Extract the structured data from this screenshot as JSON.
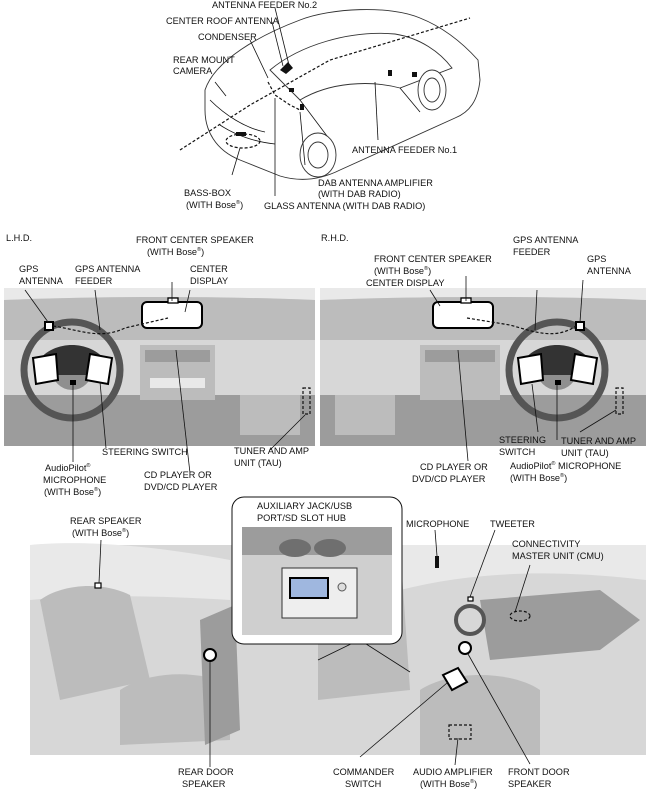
{
  "top": {
    "antenna_feeder_2": "ANTENNA FEEDER No.2",
    "center_roof_antenna": "CENTER ROOF ANTENNA",
    "condenser": "CONDENSER",
    "rear_mount_camera_1": "REAR MOUNT",
    "rear_mount_camera_2": "CAMERA",
    "antenna_feeder_1": "ANTENNA FEEDER No.1",
    "bass_box_1": "BASS-BOX",
    "bass_box_2": "(WITH Bose",
    "dab_amp_1": "DAB ANTENNA AMPLIFIER",
    "dab_amp_2": "(WITH DAB RADIO)",
    "glass_antenna": "GLASS ANTENNA (WITH DAB RADIO)"
  },
  "lhd": {
    "title": "L.H.D.",
    "front_center_speaker_1": "FRONT CENTER SPEAKER",
    "front_center_speaker_2": "(WITH Bose",
    "gps_antenna_1": "GPS",
    "gps_antenna_2": "ANTENNA",
    "gps_feeder_1": "GPS ANTENNA",
    "gps_feeder_2": "FEEDER",
    "center_display_1": "CENTER",
    "center_display_2": "DISPLAY",
    "steering_switch": "STEERING SWITCH",
    "tuner_1": "TUNER AND AMP",
    "tuner_2": "UNIT (TAU)",
    "audiopilot_1": "AudioPilot",
    "audiopilot_2": "MICROPHONE",
    "audiopilot_3": "(WITH Bose",
    "cd_player_1": "CD PLAYER OR",
    "cd_player_2": "DVD/CD PLAYER"
  },
  "rhd": {
    "title": "R.H.D.",
    "front_center_speaker_1": "FRONT CENTER SPEAKER",
    "front_center_speaker_2": "(WITH Bose",
    "center_display": "CENTER DISPLAY",
    "gps_feeder_1": "GPS ANTENNA",
    "gps_feeder_2": "FEEDER",
    "gps_antenna_1": "GPS",
    "gps_antenna_2": "ANTENNA",
    "steering_switch_1": "STEERING",
    "steering_switch_2": "SWITCH",
    "tuner_1": "TUNER AND AMP",
    "tuner_2": "UNIT (TAU)",
    "audiopilot_1": "AudioPilot",
    "audiopilot_2": "MICROPHONE",
    "audiopilot_3": "(WITH Bose",
    "cd_player_1": "CD PLAYER OR",
    "cd_player_2": "DVD/CD PLAYER"
  },
  "bottom": {
    "rear_speaker_1": "REAR SPEAKER",
    "rear_speaker_2": "(WITH Bose",
    "aux_hub_1": "AUXILIARY JACK/USB",
    "aux_hub_2": "PORT/SD SLOT HUB",
    "microphone": "MICROPHONE",
    "tweeter": "TWEETER",
    "cmu_1": "CONNECTIVITY",
    "cmu_2": "MASTER UNIT (CMU)",
    "rear_door_speaker_1": "REAR DOOR",
    "rear_door_speaker_2": "SPEAKER",
    "commander_switch_1": "COMMANDER",
    "commander_switch_2": "SWITCH",
    "audio_amp_1": "AUDIO AMPLIFIER",
    "audio_amp_2": "(WITH Bose",
    "front_door_speaker_1": "FRONT DOOR",
    "front_door_speaker_2": "SPEAKER"
  },
  "marks": {
    "registered": "®",
    "close_paren": ")"
  }
}
